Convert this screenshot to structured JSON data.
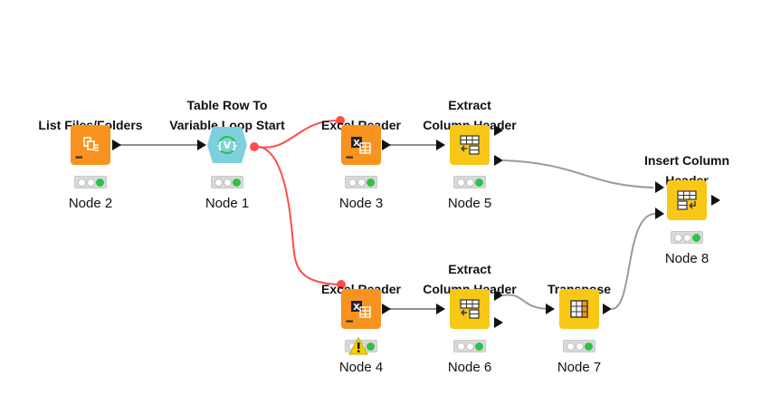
{
  "workflow": {
    "nodes": {
      "n2": {
        "title_lines": [
          "List Files/Folders"
        ],
        "label": "Node 2",
        "icon": "list-files-icon"
      },
      "n1": {
        "title_lines": [
          "Table Row To",
          "Variable Loop Start"
        ],
        "label": "Node 1",
        "icon": "loop-start-icon"
      },
      "n3": {
        "title_lines": [
          "Excel Reader"
        ],
        "label": "Node 3",
        "icon": "excel-reader-icon"
      },
      "n5": {
        "title_lines": [
          "Extract",
          "Column Header"
        ],
        "label": "Node 5",
        "icon": "extract-header-icon"
      },
      "n8": {
        "title_lines": [
          "Insert Column",
          "Header"
        ],
        "label": "Node 8",
        "icon": "insert-header-icon"
      },
      "n4": {
        "title_lines": [
          "Excel Reader"
        ],
        "label": "Node 4",
        "icon": "excel-reader-icon",
        "status": "warning"
      },
      "n6": {
        "title_lines": [
          "Extract",
          "Column Header"
        ],
        "label": "Node 6",
        "icon": "extract-header-icon"
      },
      "n7": {
        "title_lines": [
          "Transpose"
        ],
        "label": "Node 7",
        "icon": "transpose-icon"
      }
    },
    "colors": {
      "source_node": "#f7931e",
      "manipulator_node": "#f7c815",
      "loop_node": "#7ed0df",
      "data_wire": "#9a9a9a",
      "variable_wire": "#ff4d4d",
      "status_ok": "#2dc24a",
      "warning": "#f5d000"
    }
  }
}
